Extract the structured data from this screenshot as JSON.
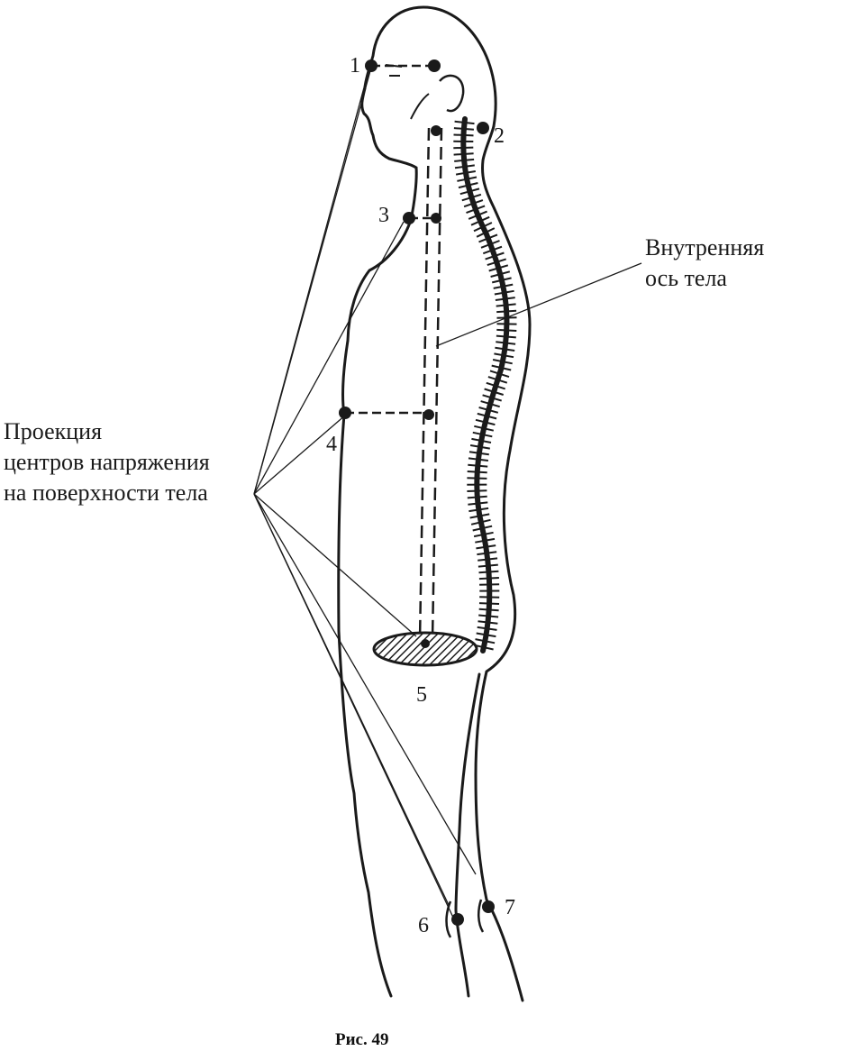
{
  "figure": {
    "caption": "Рис. 49",
    "axis_label": {
      "line1": "Внутренняя",
      "line2": "ось тела"
    },
    "projection_label": {
      "line1": "Проекция",
      "line2": "центров напряжения",
      "line3": "на поверхности тела"
    },
    "points": [
      {
        "label": "1"
      },
      {
        "label": "2"
      },
      {
        "label": "3"
      },
      {
        "label": "4"
      },
      {
        "label": "5"
      },
      {
        "label": "6"
      },
      {
        "label": "7"
      }
    ],
    "colors": {
      "ink": "#1a1a1a",
      "background": "#ffffff"
    }
  }
}
